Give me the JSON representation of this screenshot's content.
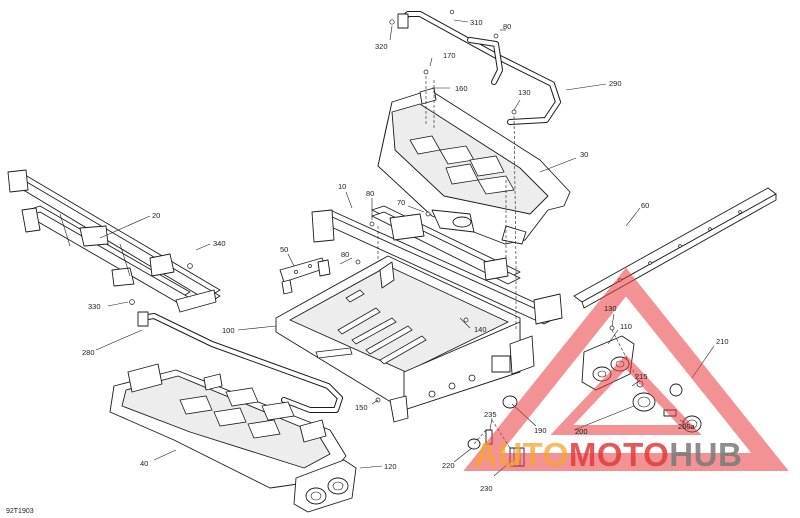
{
  "diagram": {
    "code": "92T1903",
    "labels": [
      {
        "id": "310",
        "text": "310"
      },
      {
        "id": "80a",
        "text": "80"
      },
      {
        "id": "320",
        "text": "320"
      },
      {
        "id": "170",
        "text": "170"
      },
      {
        "id": "160",
        "text": "160"
      },
      {
        "id": "290",
        "text": "290"
      },
      {
        "id": "130a",
        "text": "130"
      },
      {
        "id": "30",
        "text": "30"
      },
      {
        "id": "10",
        "text": "10"
      },
      {
        "id": "80b",
        "text": "80"
      },
      {
        "id": "70",
        "text": "70"
      },
      {
        "id": "20",
        "text": "20"
      },
      {
        "id": "340",
        "text": "340"
      },
      {
        "id": "50",
        "text": "50"
      },
      {
        "id": "80c",
        "text": "80"
      },
      {
        "id": "60",
        "text": "60"
      },
      {
        "id": "330",
        "text": "330"
      },
      {
        "id": "100",
        "text": "100"
      },
      {
        "id": "140",
        "text": "140"
      },
      {
        "id": "130b",
        "text": "130"
      },
      {
        "id": "110",
        "text": "110"
      },
      {
        "id": "210",
        "text": "210"
      },
      {
        "id": "280",
        "text": "280"
      },
      {
        "id": "215",
        "text": "215"
      },
      {
        "id": "150",
        "text": "150"
      },
      {
        "id": "200",
        "text": "200"
      },
      {
        "id": "200a",
        "text": "200a"
      },
      {
        "id": "235",
        "text": "235"
      },
      {
        "id": "190",
        "text": "190"
      },
      {
        "id": "40",
        "text": "40"
      },
      {
        "id": "120",
        "text": "120"
      },
      {
        "id": "220",
        "text": "220"
      },
      {
        "id": "230",
        "text": "230"
      }
    ]
  },
  "watermark": {
    "part1": "AUTO",
    "part2": "MOTO",
    "part3": "HUB"
  },
  "colors": {
    "line": "#1c1c1c",
    "watermark_red": "#e23a3a",
    "watermark_orange": "#f4a62a",
    "watermark_grey": "#7a7a7a"
  }
}
